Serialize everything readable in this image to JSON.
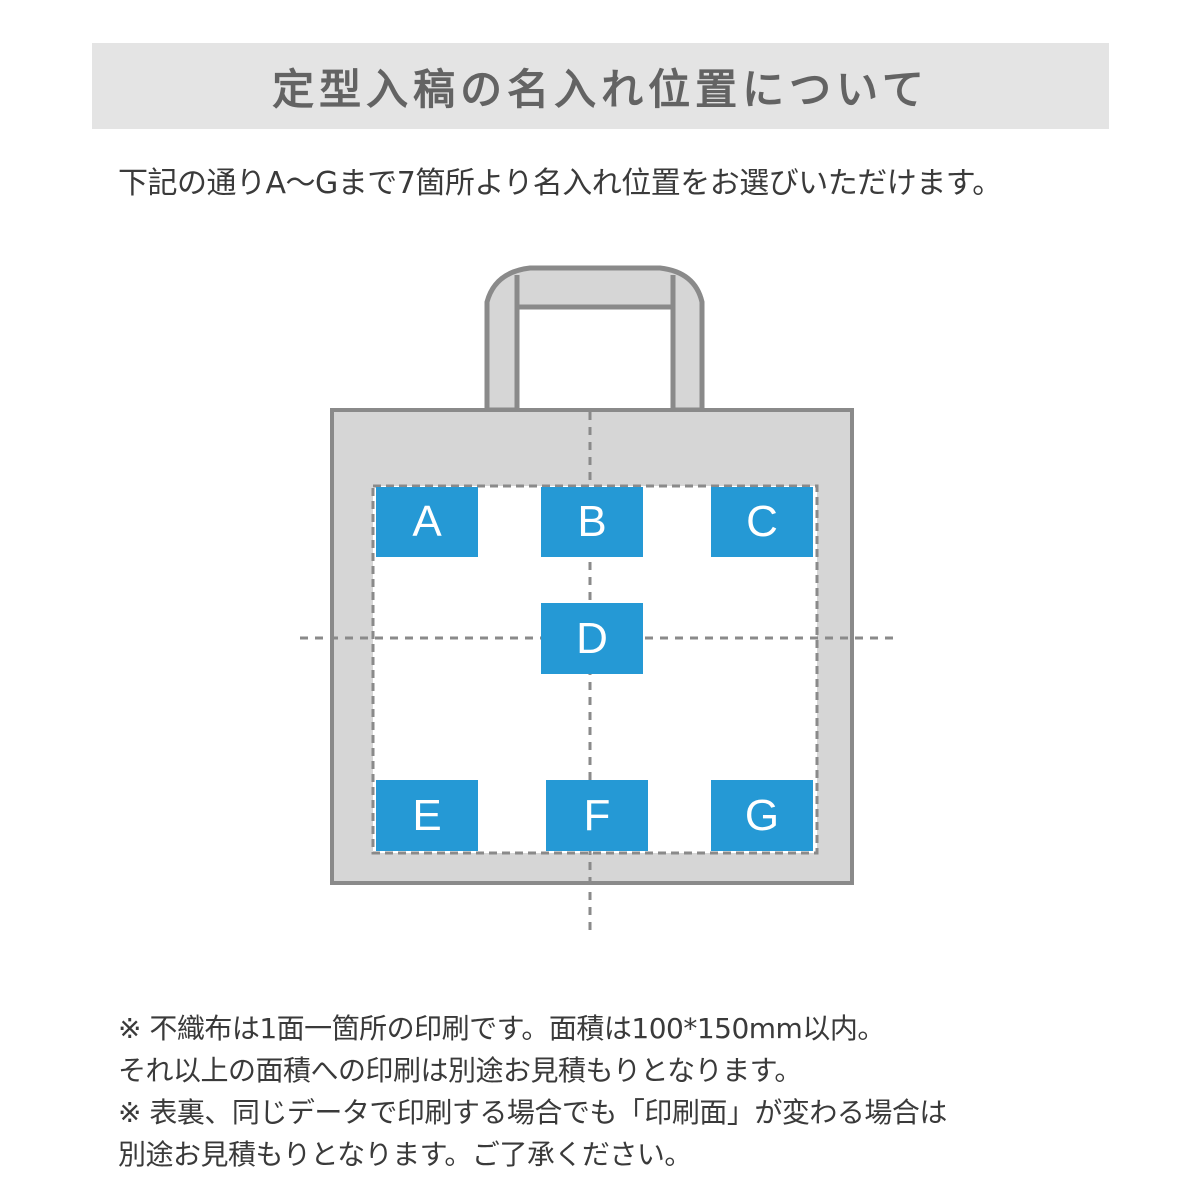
{
  "header": {
    "title": "定型入稿の名入れ位置について"
  },
  "intro": {
    "text": "下記の通りA～Gまで7箇所より名入れ位置をお選びいただけます。"
  },
  "diagram": {
    "description": "tote-bag print position diagram",
    "colors": {
      "bag_fill": "#d6d6d6",
      "bag_stroke": "#8a8a8a",
      "print_area": "#ffffff",
      "position_box": "#2599d5",
      "guide_line": "#8a8a8a"
    },
    "positions": [
      {
        "label": "A",
        "row": "top",
        "col": "left"
      },
      {
        "label": "B",
        "row": "top",
        "col": "center"
      },
      {
        "label": "C",
        "row": "top",
        "col": "right"
      },
      {
        "label": "D",
        "row": "middle",
        "col": "center"
      },
      {
        "label": "E",
        "row": "bottom",
        "col": "left"
      },
      {
        "label": "F",
        "row": "bottom",
        "col": "center"
      },
      {
        "label": "G",
        "row": "bottom",
        "col": "right"
      }
    ]
  },
  "notes": {
    "lines": [
      "※ 不織布は1面一箇所の印刷です。面積は100*150mm以内。",
      "それ以上の面積への印刷は別途お見積もりとなります。",
      "※ 表裏、同じデータで印刷する場合でも「印刷面」が変わる場合は",
      "別途お見積もりとなります。ご了承ください。"
    ]
  }
}
